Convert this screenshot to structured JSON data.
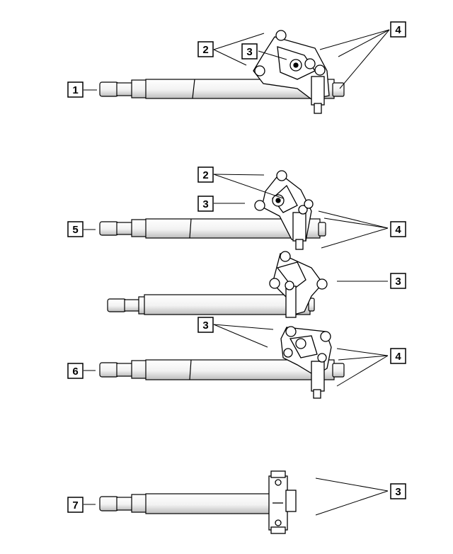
{
  "callouts": [
    {
      "id": "c1",
      "label": "1"
    },
    {
      "id": "c2a",
      "label": "2"
    },
    {
      "id": "c3a",
      "label": "3"
    },
    {
      "id": "c4a",
      "label": "4"
    },
    {
      "id": "c2b",
      "label": "2"
    },
    {
      "id": "c3b",
      "label": "3"
    },
    {
      "id": "c5",
      "label": "5"
    },
    {
      "id": "c4b",
      "label": "4"
    },
    {
      "id": "c3c",
      "label": "3"
    },
    {
      "id": "c3d",
      "label": "3"
    },
    {
      "id": "c6",
      "label": "6"
    },
    {
      "id": "c4c",
      "label": "4"
    },
    {
      "id": "c7",
      "label": "7"
    },
    {
      "id": "c3e",
      "label": "3"
    }
  ],
  "colors": {
    "line": "#000000",
    "fill": "#ffffff",
    "shade": "#d9d9d9"
  }
}
